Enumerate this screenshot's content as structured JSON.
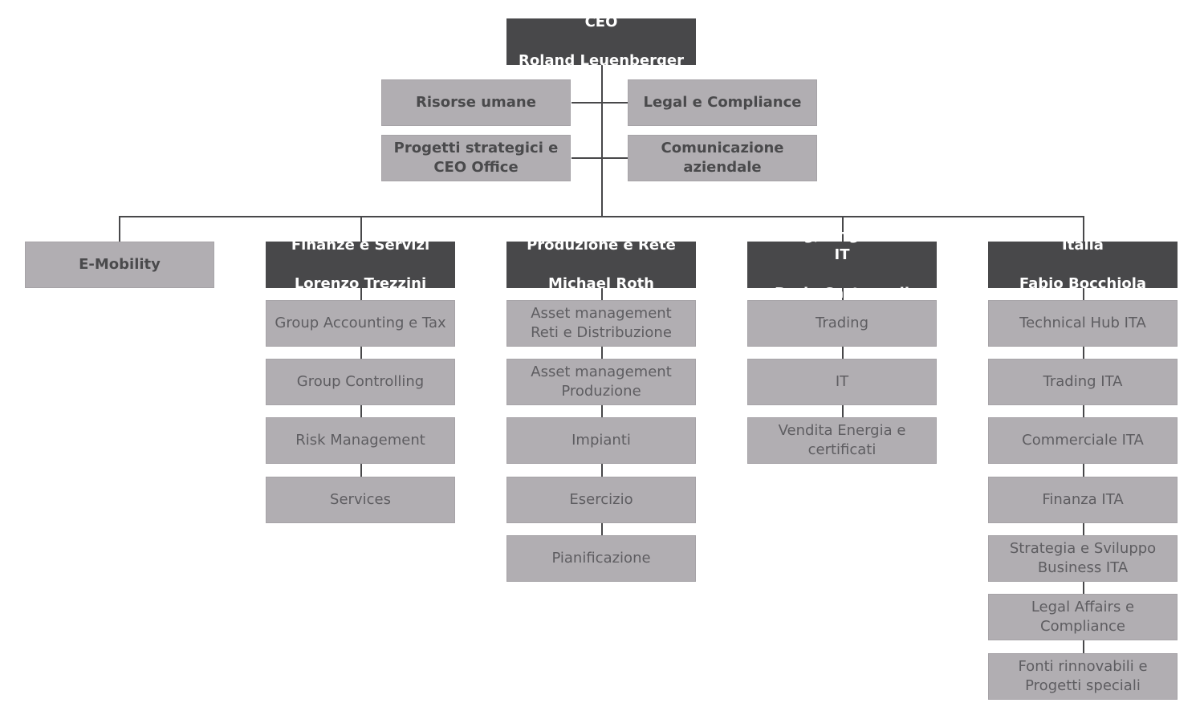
{
  "colors": {
    "dark_box": "#48484a",
    "light_box": "#b1aeb2",
    "line": "#48484a"
  },
  "ceo": {
    "title": "CEO",
    "name": "Roland Leuenberger"
  },
  "staff": {
    "hr": "Risorse umane",
    "legal": "Legal e Compliance",
    "strategy": "Progetti strategici e\nCEO Office",
    "communication": "Comunicazione\naziendale"
  },
  "emobility": "E-Mobility",
  "divisions": [
    {
      "title": "Finanze e Servizi",
      "head": "Lorenzo Trezzini",
      "units": [
        "Group Accounting e Tax",
        "Group Controlling",
        "Risk Management",
        "Services"
      ]
    },
    {
      "title": "Produzione e Rete",
      "head": "Michael Roth",
      "units": [
        "Asset management\nReti e Distribuzione",
        "Asset management\nProduzione",
        "Impianti",
        "Esercizio",
        "Pianificazione"
      ]
    },
    {
      "title": "Trading, Origination e IT",
      "head": "Dario Castagnoli",
      "units": [
        "Trading",
        "IT",
        "Vendita Energia e\ncertificati"
      ]
    },
    {
      "title": "Italia",
      "head": "Fabio Bocchiola",
      "units": [
        "Technical Hub ITA",
        "Trading ITA",
        "Commerciale ITA",
        "Finanza ITA",
        "Strategia e Sviluppo\nBusiness ITA",
        "Legal Affairs e\nCompliance",
        "Fonti rinnovabili e\nProgetti speciali"
      ]
    }
  ]
}
